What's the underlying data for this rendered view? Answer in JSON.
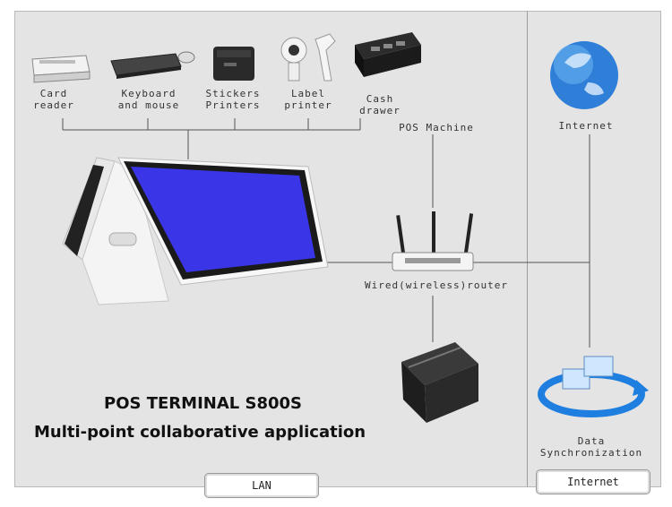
{
  "devices": {
    "card_reader": "Card\nreader",
    "keyboard_mouse": "Keyboard\nand mouse",
    "stickers_printers": "Stickers\nPrinters",
    "label_printer": "Label\nprinter",
    "cash_drawer": "Cash\ndrawer"
  },
  "pos_machine": "POS Machine",
  "router": "Wired(wireless)router",
  "internet": "Internet",
  "data_sync": "Data\nSynchronization",
  "headline": "POS TERMINAL S800S",
  "subheadline": "Multi-point collaborative application",
  "tabs": {
    "lan": "LAN",
    "internet": "Internet"
  },
  "colors": {
    "panel": "#e4e4e4",
    "screen": "#3a35e6",
    "globe": "#2f7fd8",
    "line": "#555555"
  }
}
